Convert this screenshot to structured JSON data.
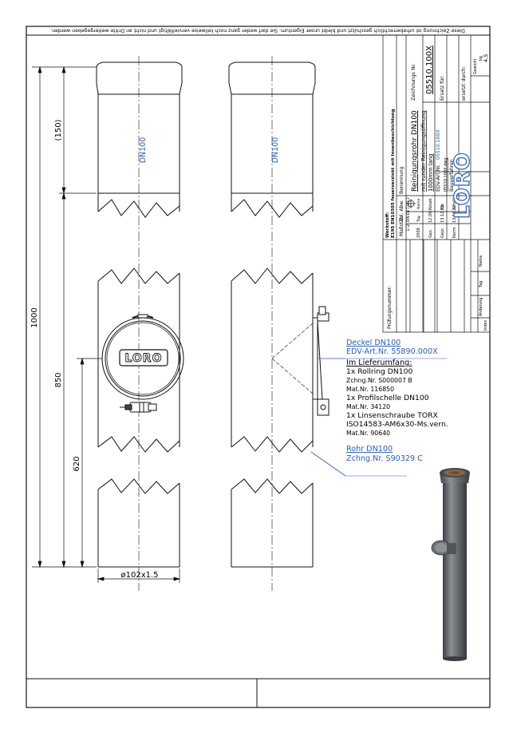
{
  "notice": "Diese Zeichnung ist urheberrechtlich geschützt und bleibt unser Eigentum. Sie darf weder ganz noch teilweise vervielfältigt und nicht an Dritte weitergegeben werden.",
  "dimensions": {
    "total": "1000",
    "d850": "850",
    "d620": "620",
    "d150": "(150)",
    "diameter": "ø102x1.5"
  },
  "labels": {
    "dn_left": "DN100",
    "dn_right": "DN100",
    "loro_cover": "LORO"
  },
  "callout": {
    "deckel": "Deckel DN100",
    "edv": "EDV-Art.Nr. 55890.000X",
    "lieferumfang": "Im Lieferumfang:",
    "items": [
      "1x Rollring DN100",
      "Zchng.Nr. S000007 B",
      "Mat.Nr. 116850",
      "1x Profilschelle DN100",
      "Mat.Nr. 34120",
      "1x Linsenschraube TORX",
      "ISO14583-AM6x30-Ms.vern.",
      "Mat.Nr. 90640"
    ],
    "rohr": "Rohr DN100",
    "rohr_zchng": "Zchng.Nr. S90329 C"
  },
  "title_block": {
    "werkstoff_label": "Werkstoff:",
    "werkstoff": "E195 EN10305 feuerverzinkt mit Innenbeschichtung",
    "pruefung": "Prüfungsnummer:",
    "massstab_label": "Maßstab",
    "massstab": "1:2",
    "zul_abw_label": "Zul. Abw.",
    "zul_abw": "DIN EN 1123-2",
    "benennung_label": "Benennung",
    "benennung_1": "Reinigungsrohr DN100",
    "benennung_2": "mit runder Reinigungsöffnung",
    "benennung_3": "1000mm lang",
    "edv_label": "EDV-Art.Nr.",
    "edv": "05510.100X",
    "dateiname": "05510.100X.dwg",
    "bauverfahren": "Bauverfahren",
    "zeichnungs_nr_label": "Zeichnungs Nr.",
    "zeichnungs_nr": "05510.100X",
    "ersatz_fuer": "Ersatz für:",
    "ersetzt_durch": "ersetzt durch:",
    "gewicht_label": "Gewicht",
    "gewicht_unit": "kg",
    "gewicht": "4,5",
    "jahr": "2009",
    "tag_label": "Tag",
    "name_label": "Name",
    "gez": "Gez.",
    "gez_tag": "12.09.",
    "gez_name": "Kosek",
    "gepr": "Gepr.",
    "gepr_tag": "13.12.22",
    "gepr_name": "Hw",
    "norm": "Norm",
    "norm_tag": "13.12.22",
    "norm_name": "Scholl",
    "rev_index": "Index",
    "rev_aenderung": "Änderung",
    "rev_tag": "Tag",
    "rev_name": "Name",
    "logo": "LORO"
  },
  "colors": {
    "line": "#111111",
    "accent_blue": "#2a5fb0",
    "pipe_gray": "#5d6065",
    "pipe_inner": "#8a5a3c"
  }
}
